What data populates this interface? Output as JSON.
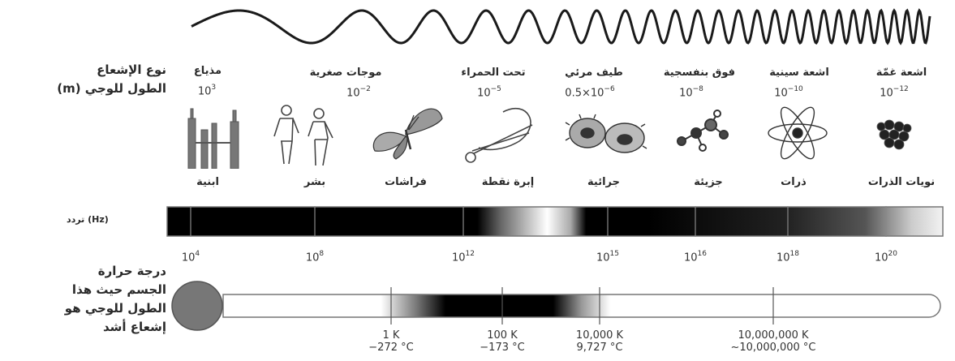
{
  "wavelength_title": [
    "نوع الإشعاع",
    "الطول للوجي (m)"
  ],
  "frequency_title": "تردد (Hz)",
  "temperature_title": [
    "درجة حرارة",
    "الجسم حيث هذا",
    "الطول للوجي هو",
    "إشعاع أشد"
  ],
  "radiation_types": [
    {
      "type": "مذياع",
      "wavelength": "10",
      "exp": "3"
    },
    {
      "type": "موجات صغرية",
      "wavelength": "10",
      "exp": "−2"
    },
    {
      "type": "تحت الحمراء",
      "wavelength": "10",
      "exp": "−5"
    },
    {
      "type": "طيف مرئي",
      "wavelength": "0.5×10",
      "exp": "−6"
    },
    {
      "type": "فوق بنفسجية",
      "wavelength": "10",
      "exp": "−8"
    },
    {
      "type": "اشعة سينية",
      "wavelength": "10",
      "exp": "−10"
    },
    {
      "type": "اشعة غمّة",
      "wavelength": "10",
      "exp": "−12"
    }
  ],
  "scale_objects": [
    "ابنية",
    "بشر",
    "فراشات",
    "إبرة نقطة",
    "جرائية",
    "جزيئة",
    "ذرات",
    "نويات الذرات"
  ],
  "icons": [
    "buildings-icon",
    "humans-icon",
    "butterfly-icon",
    "needle-icon",
    "cells-icon",
    "molecule-icon",
    "atom-icon",
    "nucleus-icon"
  ],
  "frequency_ticks": [
    {
      "base": "10",
      "exp": "4"
    },
    {
      "base": "10",
      "exp": "8"
    },
    {
      "base": "10",
      "exp": "12"
    },
    {
      "base": "10",
      "exp": "15"
    },
    {
      "base": "10",
      "exp": "16"
    },
    {
      "base": "10",
      "exp": "18"
    },
    {
      "base": "10",
      "exp": "20"
    }
  ],
  "temperature_ticks": [
    {
      "k": "1 K",
      "c": "−272 °C"
    },
    {
      "k": "100 K",
      "c": "−173 °C"
    },
    {
      "k": "10,000 K",
      "c": "9,727 °C"
    },
    {
      "k": "10,000,000 K",
      "c": "~10,000,000 °C"
    }
  ]
}
